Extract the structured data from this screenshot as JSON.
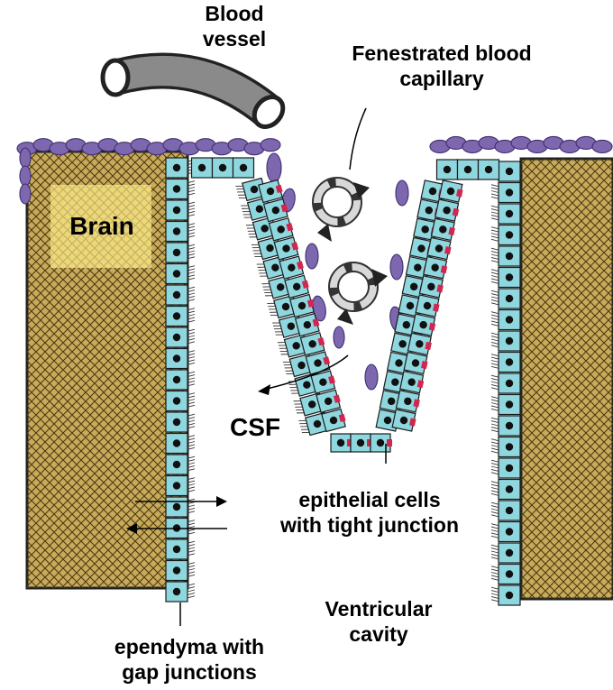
{
  "labels": {
    "blood_vessel": [
      "Blood",
      "vessel"
    ],
    "fenestrated_capillary": [
      "Fenestrated blood",
      "capillary"
    ],
    "brain": "Brain",
    "csf": "CSF",
    "epithelial_cells": [
      "epithelial cells",
      "with tight junction"
    ],
    "ventricular_cavity": [
      "Ventricular",
      "cavity"
    ],
    "ependyma": [
      "ependyma with",
      "gap junctions"
    ]
  },
  "colors": {
    "brain_tissue": "#c9aa5a",
    "brain_highlight": "#ecd77a",
    "cell_fill": "#8fd7df",
    "nucleus": "#111111",
    "junction": "#d3264f",
    "blood_cell": "#7d68b0",
    "blood_cell_edge": "#3d2f6e",
    "vessel": "#8a8a8a"
  }
}
